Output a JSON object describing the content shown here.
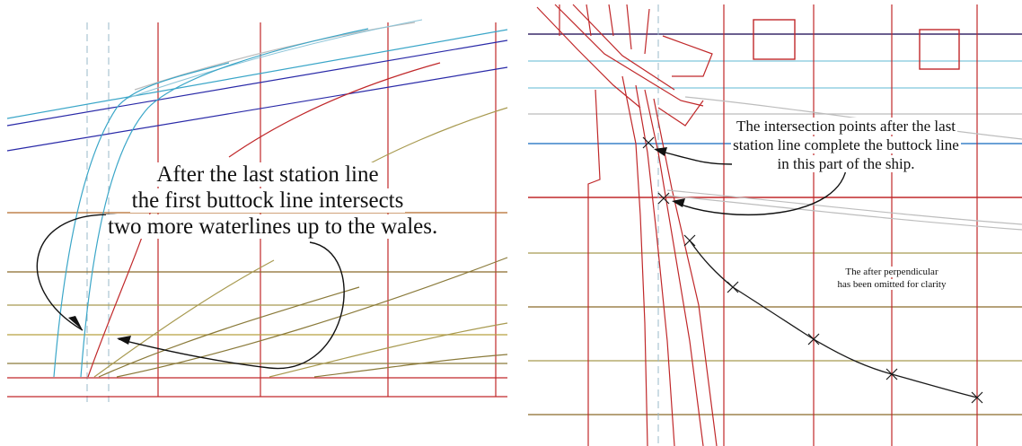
{
  "left_panel": {
    "annotation": [
      "After the last station line",
      "the first buttock line intersects",
      "two more waterlines up to the wales."
    ]
  },
  "right_panel": {
    "annotation": [
      "The intersection points after the last",
      "station line complete the buttock line",
      "in this part of the ship."
    ],
    "note": [
      "The after perpendicular",
      "has been omitted for clarity"
    ]
  },
  "colors": {
    "station_line": "#c0282a",
    "waterline_brown": "#8a6a2a",
    "waterline_olive": "#a89a50",
    "cyan_curve": "#3aa6c8",
    "blue_line": "#2a2aa8",
    "buttock_curve": "#1a1a1a",
    "light_blue": "#7fc6dc"
  }
}
